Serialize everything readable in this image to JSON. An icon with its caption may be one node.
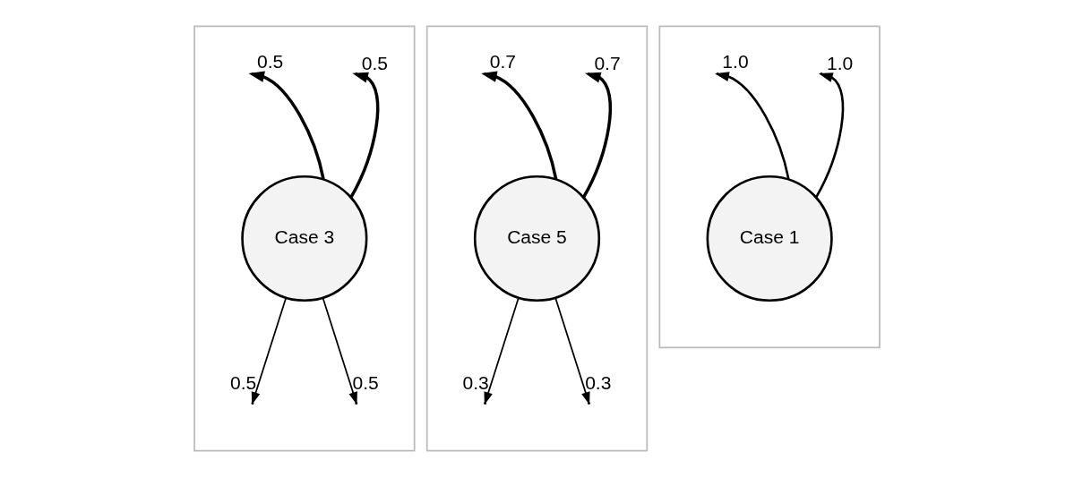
{
  "diagram": {
    "nodes": [
      {
        "text": [],
        "shape": "box"
      },
      {
        "text": [
          "Case 3"
        ],
        "in": 0
      },
      {
        "text": [],
        "shape": "box"
      },
      {
        "text": [
          "Case 5"
        ],
        "in": 2
      },
      {
        "text": [],
        "shape": "box"
      },
      {
        "text": [
          "Case 1"
        ],
        "in": 4
      }
    ],
    "edges": [
      {
        "from": 1,
        "to": null,
        "arrow": "to",
        "label": "0.5"
      },
      {
        "from": 1,
        "to": null,
        "arrow": "to",
        "label": "0.5"
      },
      {
        "from": 1,
        "to": null,
        "arrow": "to",
        "label": "0.5"
      },
      {
        "from": 1,
        "to": null,
        "arrow": "to",
        "label": "0.5"
      },
      {
        "from": 3,
        "to": null,
        "arrow": "to",
        "label": "0.7"
      },
      {
        "from": 3,
        "to": null,
        "arrow": "to",
        "label": "0.7"
      },
      {
        "from": 3,
        "to": null,
        "arrow": "to",
        "label": "0.3"
      },
      {
        "from": 3,
        "to": null,
        "arrow": "to",
        "label": "0.3"
      },
      {
        "from": 5,
        "to": null,
        "arrow": "to",
        "label": "1.0"
      },
      {
        "from": 5,
        "to": null,
        "arrow": "to",
        "label": "1.0"
      }
    ]
  }
}
